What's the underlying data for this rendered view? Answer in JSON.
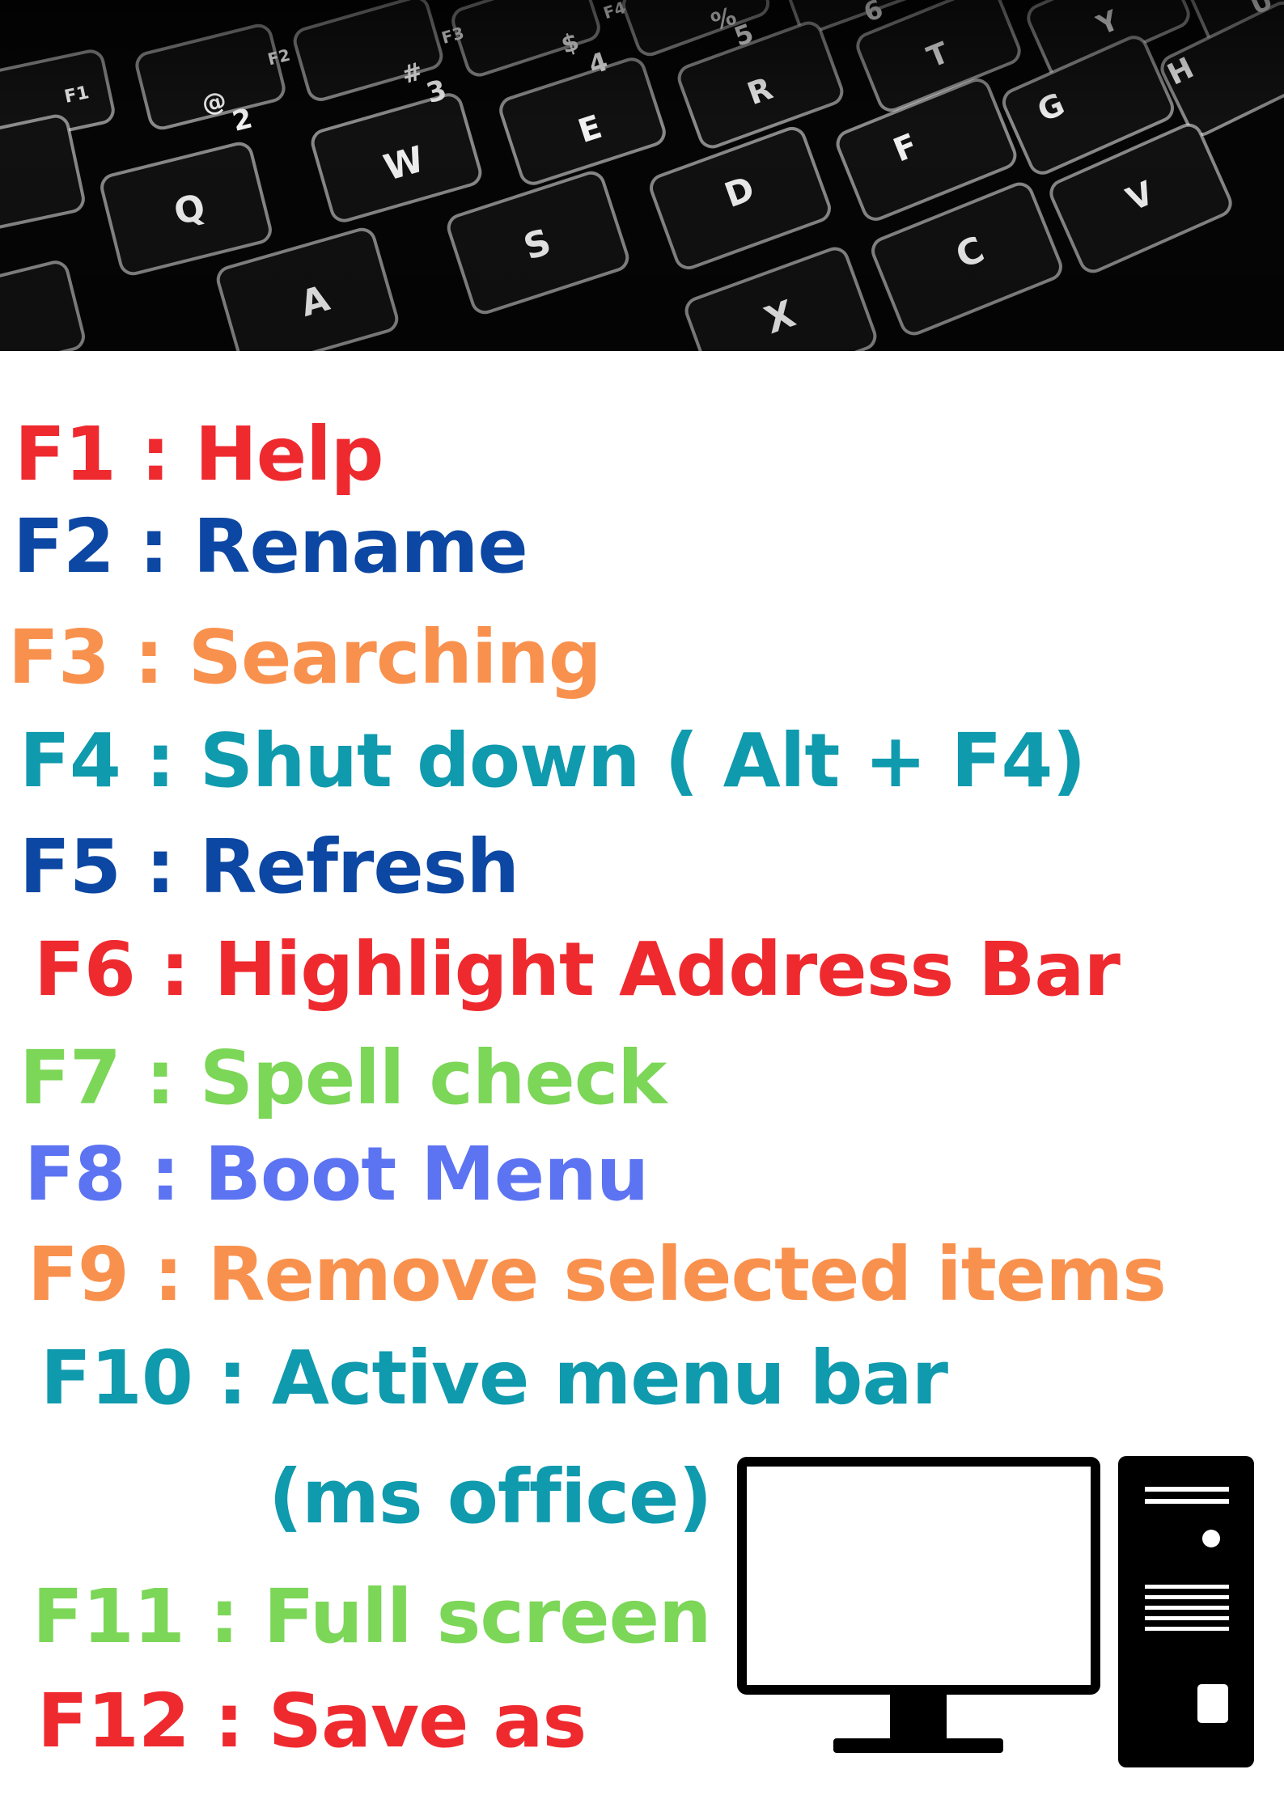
{
  "colors": {
    "red": "#ee2a2f",
    "dark_blue": "#0c47a3",
    "orange": "#f9914e",
    "teal": "#0f9aad",
    "green": "#7cd658",
    "periwinkle": "#5c73f2",
    "keyboard_bg": "#050505",
    "key_face": "#111111",
    "key_glow": "#f2f2f2",
    "icon_black": "#000000"
  },
  "header": {
    "image": "keyboard-photo",
    "key_legends": {
      "number_row": [
        "F1",
        "@",
        "2",
        "F2",
        "#",
        "3",
        "F3",
        "$",
        "4",
        "F4",
        "%",
        "5",
        "6"
      ],
      "top_row": [
        "Q",
        "W",
        "E",
        "R",
        "T",
        "Y",
        "U"
      ],
      "home_row": [
        "A",
        "S",
        "D",
        "F",
        "G",
        "H"
      ],
      "bottom_row": [
        "X",
        "C",
        "V"
      ]
    }
  },
  "shortcuts": [
    {
      "text": "F1 : Help"
    },
    {
      "text": "F2 : Rename"
    },
    {
      "text": "F3 : Searching"
    },
    {
      "text": "F4 : Shut down ( Alt + F4)"
    },
    {
      "text": "F5 : Refresh"
    },
    {
      "text": "F6 : Highlight Address Bar"
    },
    {
      "text": "F7 : Spell check"
    },
    {
      "text": "F8 : Boot Menu"
    },
    {
      "text": "F9 : Remove selected items"
    },
    {
      "text": "F10 : Active menu bar"
    },
    {
      "text": "(ms office)"
    },
    {
      "text": "F11 : Full screen"
    },
    {
      "text": "F12 : Save as"
    }
  ],
  "illustration": {
    "icon": "desktop-computer-icon"
  }
}
